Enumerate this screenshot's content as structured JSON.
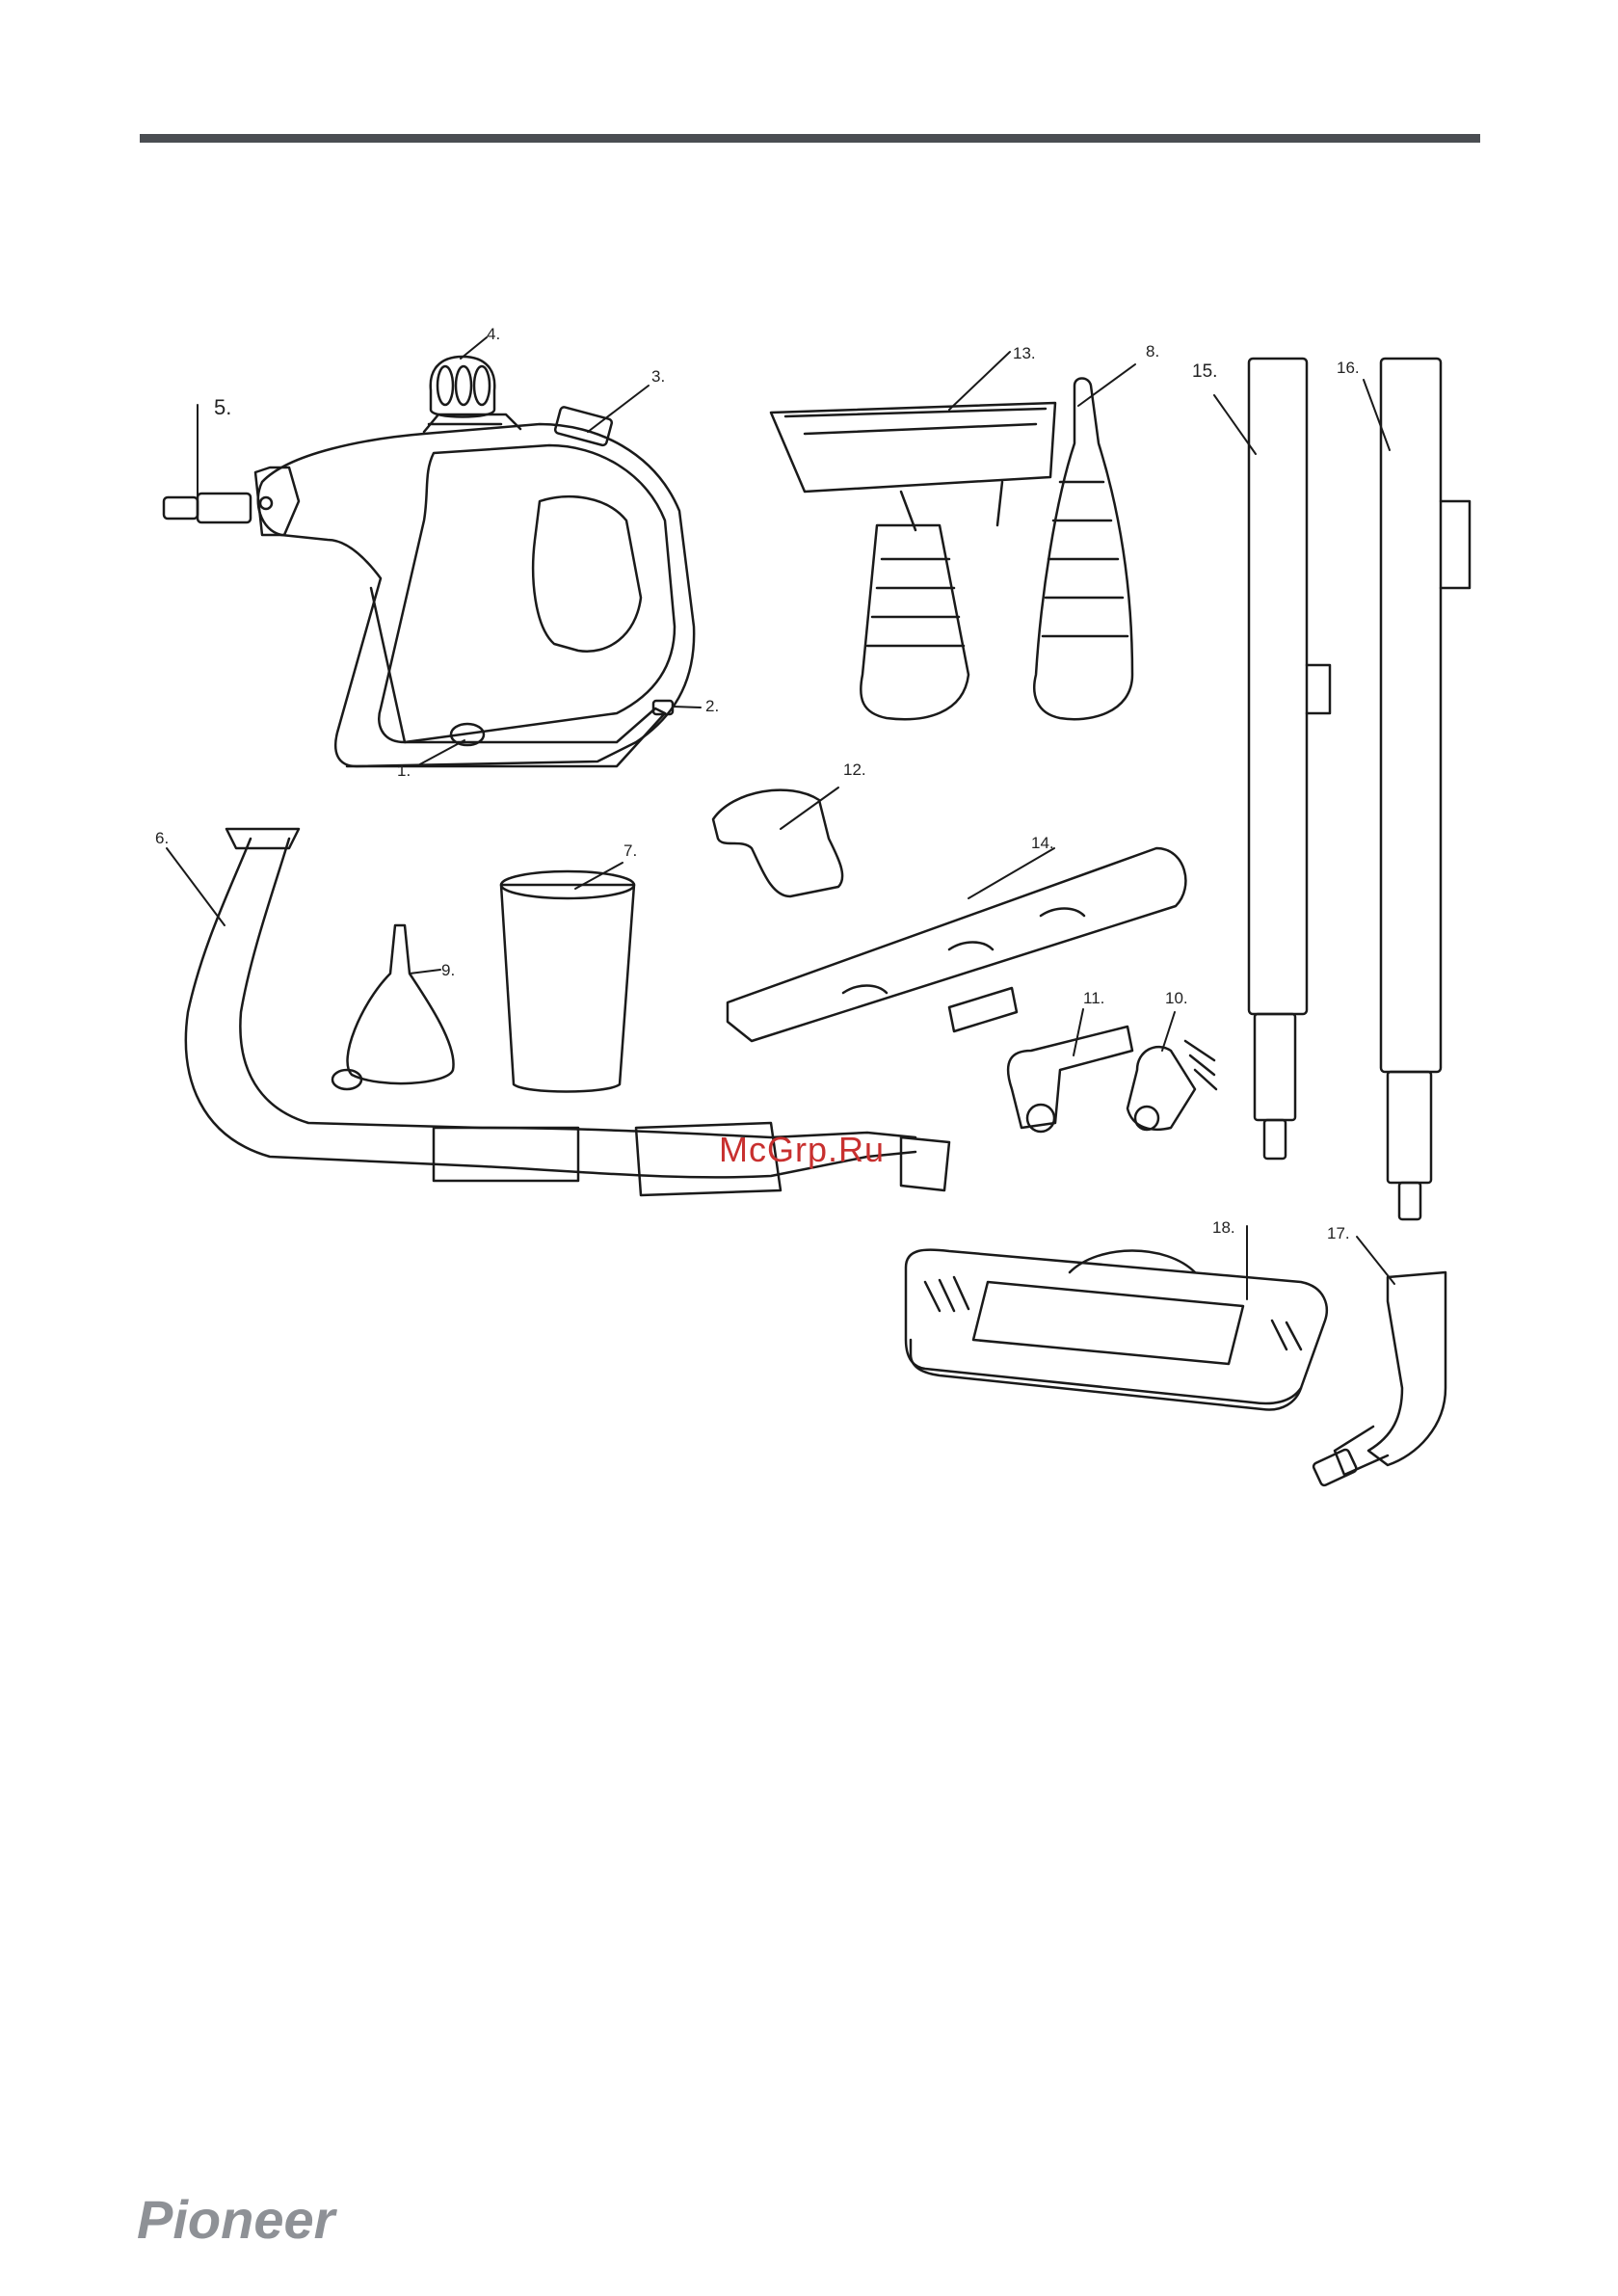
{
  "labels": {
    "p1": "1.",
    "p2": "2.",
    "p3": "3.",
    "p4": "4.",
    "p5": "5.",
    "p6": "6.",
    "p7": "7.",
    "p8": "8.",
    "p9": "9.",
    "p10": "10.",
    "p11": "11.",
    "p12": "12.",
    "p13": "13.",
    "p14": "14.",
    "p15": "15.",
    "p16": "16.",
    "p17": "17.",
    "p18": "18."
  },
  "watermark": "McGrp.Ru",
  "brand": "Pioneer",
  "colors": {
    "rule": "#4a4d52",
    "line": "#1a1a1a",
    "watermark": "#c8302f",
    "brand": "#8e9196"
  }
}
